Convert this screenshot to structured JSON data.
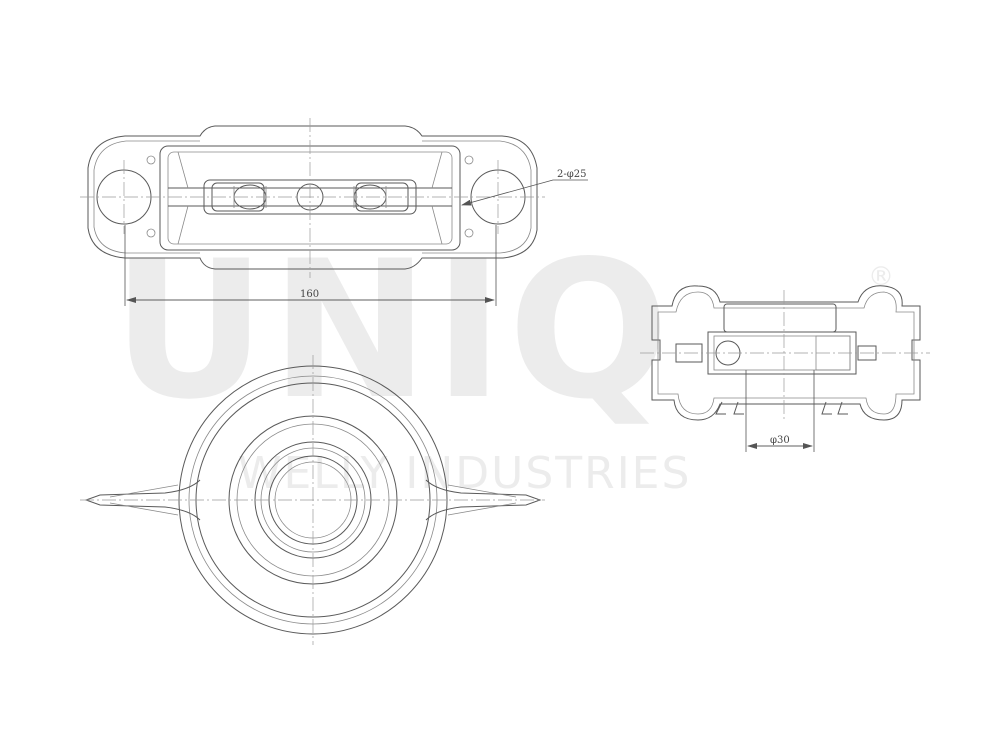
{
  "watermark": {
    "logo": "UNIQ",
    "registered": "®",
    "subtitle": "WELLY INDUSTRIES"
  },
  "dimensions": {
    "length": "160",
    "holes": "2-φ25",
    "bore": "φ30"
  }
}
